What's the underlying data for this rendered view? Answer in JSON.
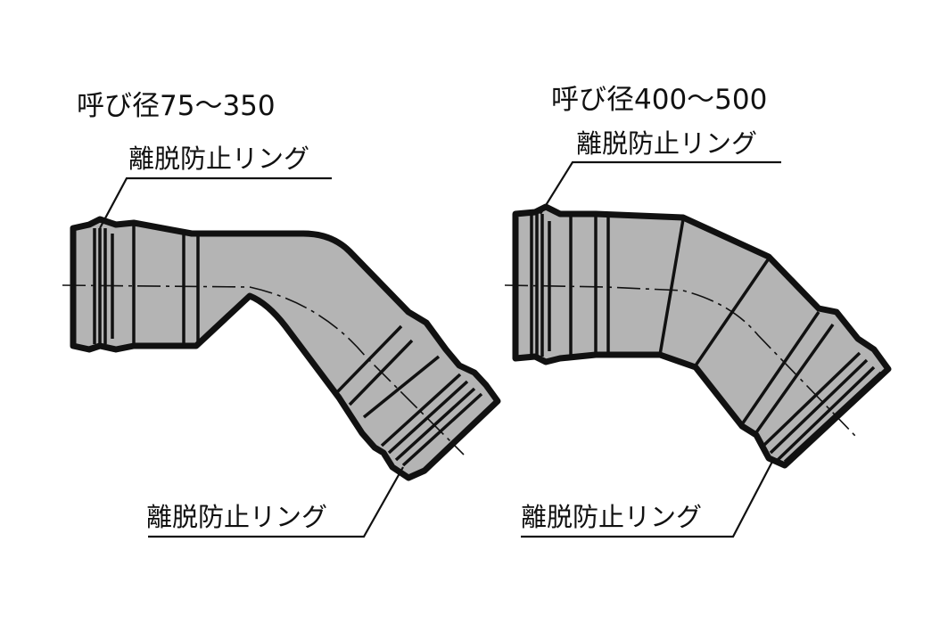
{
  "left_fitting": {
    "title": "呼び径75～350",
    "upper_callout": "離脱防止リング",
    "lower_callout": "離脱防止リング"
  },
  "right_fitting": {
    "title": "呼び径400～500",
    "upper_callout": "離脱防止リング",
    "lower_callout": "離脱防止リング"
  },
  "colors": {
    "pipe_fill": "#b4b4b4",
    "outline": "#111111",
    "background": "#ffffff"
  }
}
